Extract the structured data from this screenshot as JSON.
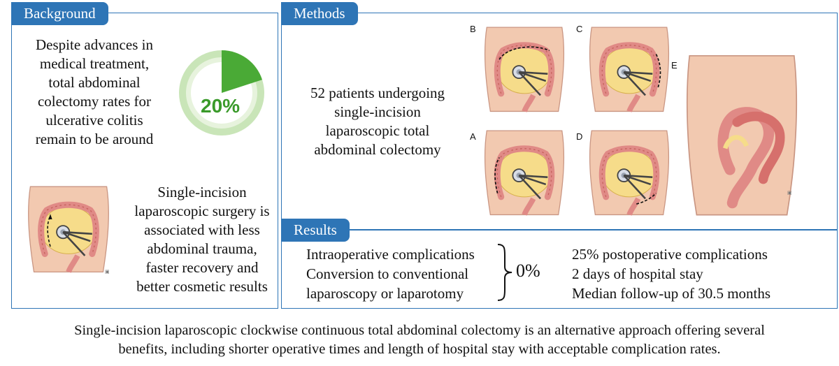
{
  "background": {
    "title": "Background",
    "text1": [
      "Despite advances in",
      "medical treatment,",
      "total abdominal",
      "colectomy rates for",
      "ulcerative colitis",
      "remain to be around"
    ],
    "percent_label": "20%",
    "percent_value": 20,
    "text2": [
      "Single-incision",
      "laparoscopic surgery is",
      "associated with less",
      "abdominal trauma,",
      "faster recovery and",
      "better cosmetic results"
    ]
  },
  "methods": {
    "title": "Methods",
    "text": [
      "52 patients undergoing",
      "single-incision",
      "laparoscopic total",
      "abdominal colectomy"
    ],
    "panel_letters": [
      "B",
      "C",
      "A",
      "D",
      "E"
    ]
  },
  "results": {
    "title": "Results",
    "left_items": [
      "Intraoperative complications",
      "Conversion to conventional",
      "laparoscopy or laparotomy"
    ],
    "zero_rate": "0%",
    "right_items": [
      "25% postoperative complications",
      "2 days of hospital stay",
      "Median follow-up of 30.5 months"
    ]
  },
  "conclusion": [
    "Single-incision laparoscopic clockwise continuous total abdominal colectomy is an alternative approach offering several",
    "benefits, including shorter operative times and length of hospital stay with acceptable complication rates."
  ],
  "colors": {
    "accent": "#2e75b6",
    "ring_light": "#c9e5b8",
    "ring_dark": "#3a9a2a",
    "skin": "#f2c9b0",
    "colon": "#e08a86"
  }
}
